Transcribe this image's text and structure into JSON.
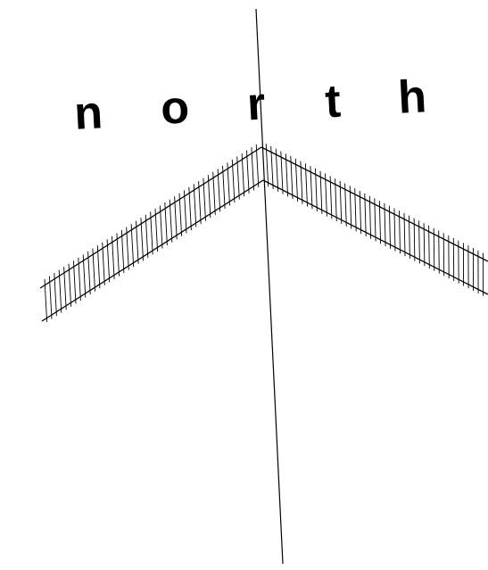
{
  "label": {
    "text": "north",
    "letters": [
      "n",
      "o",
      "r",
      "t",
      "h"
    ]
  },
  "colors": {
    "ink": "#000000",
    "background": "#ffffff"
  }
}
